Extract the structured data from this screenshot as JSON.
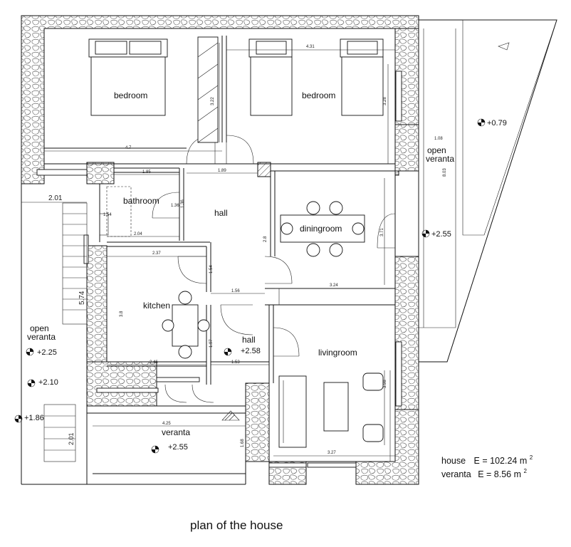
{
  "rooms": {
    "bedroom_1": "bedroom",
    "bedroom_2": "bedroom",
    "bathroom": "bathroom",
    "hall_1": "hall",
    "hall_2": "hall",
    "diningroom": "diningroom",
    "kitchen": "kitchen",
    "livingroom": "livingroom",
    "open_veranta_right": [
      "open",
      "veranta"
    ],
    "open_veranta_left": [
      "open",
      "veranta"
    ],
    "veranta": "veranta"
  },
  "levels": {
    "right_top": "+0.79",
    "right_mid": "+2.55",
    "left_1": "+2.25",
    "left_2": "+2.10",
    "left_3": "+1.86",
    "hall": "+2.58",
    "veranta": "+2.55"
  },
  "dimensions": {
    "bed1_width": "4.7",
    "bed1_height": "3.22",
    "bed2_width": "4.31",
    "bed2_height": "3.28",
    "bath_top": "1.85",
    "bath_bottom": "2.04",
    "bath_left": "1.54",
    "bath_right": "1.36",
    "bath_right2": "1.36",
    "hall_top": "1.89",
    "stair_width": "2.01",
    "stair_length": "5.74",
    "kitchen_top": "2.37",
    "kitchen_bottom": "2.46",
    "kitchen_side": "3.8",
    "hall_mid": "1.56",
    "hall_side": "1.54",
    "hall2_bottom": "1.53",
    "hall2_side": "1.97",
    "dining_w": "3.24",
    "dining_side": "3.71",
    "dining_side2": "2.8",
    "living_bottom": "3.27",
    "living_side": "3.98",
    "veranta_w": "4.25",
    "veranta_h": "1.68",
    "right_veranta_w": "1.08",
    "right_veranta_h": "8.03",
    "bottom_stair": "2.01"
  },
  "areas": {
    "house_label": "house",
    "house_value": "E = 102.24 m",
    "house_sup": "2",
    "veranta_label": "veranta",
    "veranta_value": "E = 8.56 m",
    "veranta_sup": "2"
  },
  "caption": "plan of the house"
}
